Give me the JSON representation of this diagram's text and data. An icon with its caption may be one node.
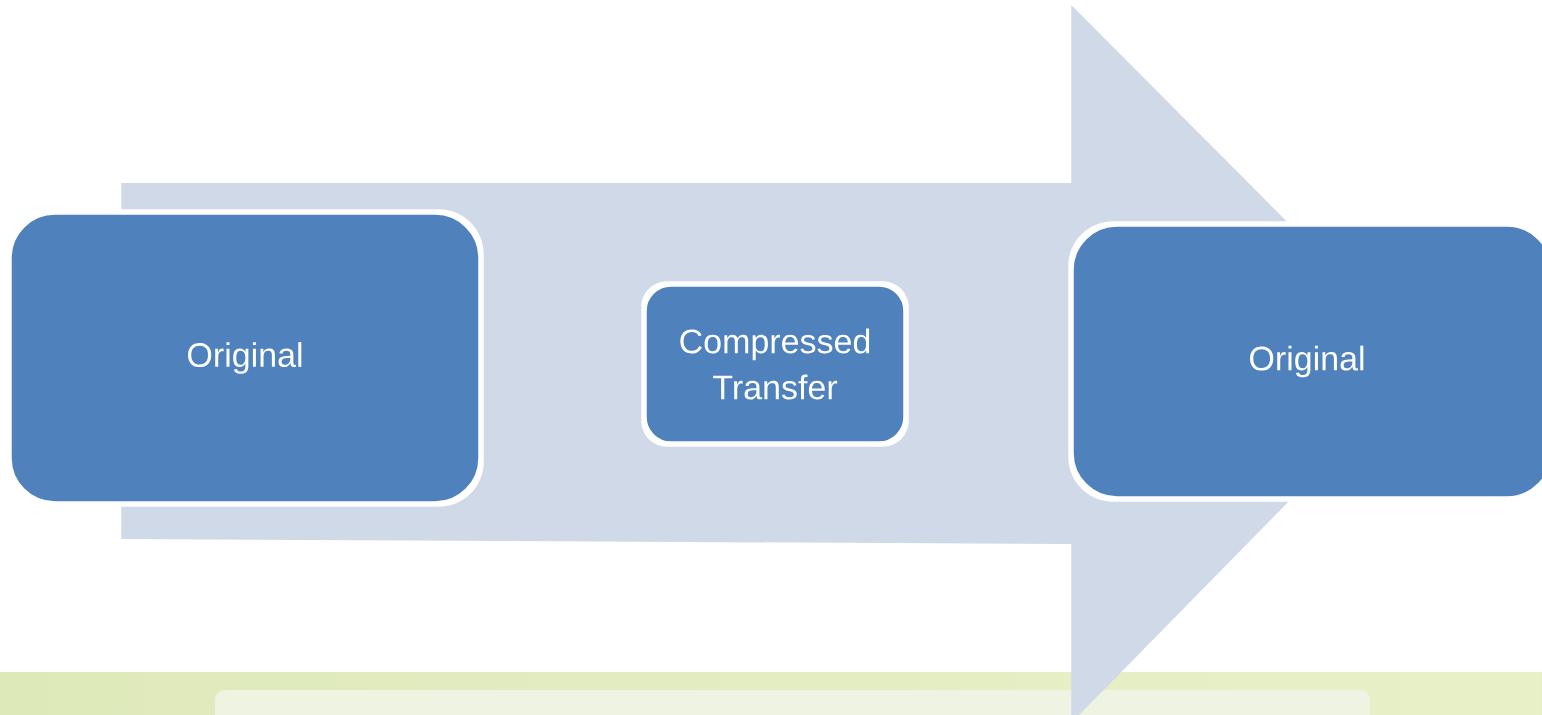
{
  "diagram": {
    "nodes": [
      {
        "text": [
          "Original"
        ]
      },
      {
        "text": [
          "Compressed Transfer"
        ]
      },
      {
        "text": [
          "Original"
        ]
      }
    ],
    "edges": [
      {
        "from": 0,
        "to": 2,
        "arrow": "to"
      }
    ]
  }
}
